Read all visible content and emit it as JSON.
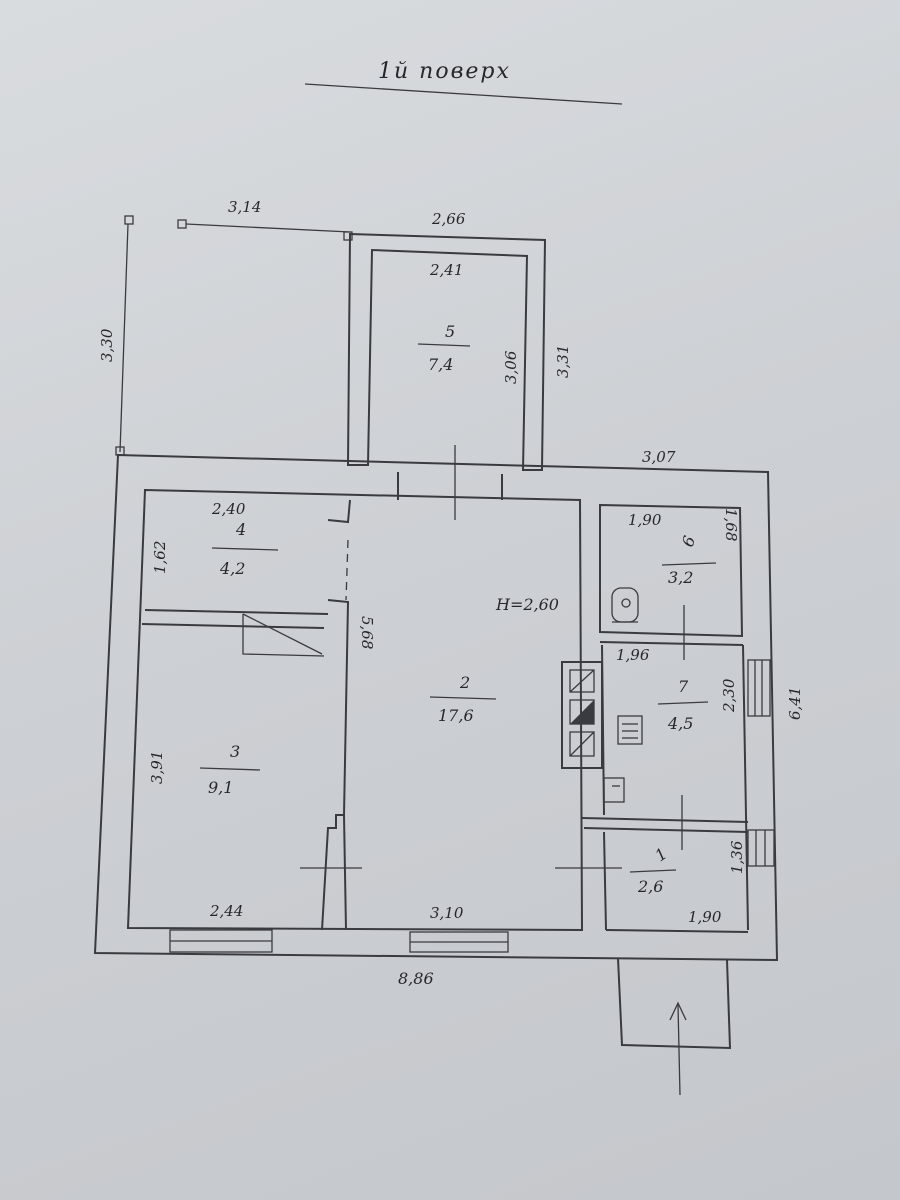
{
  "title": "1й поверх",
  "rooms": [
    {
      "number": "1",
      "area": "2,6"
    },
    {
      "number": "2",
      "area": "17,6"
    },
    {
      "number": "3",
      "area": "9,1"
    },
    {
      "number": "4",
      "area": "4,2"
    },
    {
      "number": "5",
      "area": "7,4"
    },
    {
      "number": "6",
      "area": "3,2"
    },
    {
      "number": "7",
      "area": "4,5"
    }
  ],
  "ceiling_height": "H=2,60",
  "dimensions": {
    "terrace_width": "3,14",
    "annex_outer_width": "2,66",
    "annex_inner_width": "2,41",
    "annex_inner_depth": "3,06",
    "annex_outer_depth": "3,31",
    "terrace_depth": "3,30",
    "right_top_width": "3,07",
    "room4_width": "2,40",
    "room4_depth": "1,62",
    "room6_width": "1,90",
    "room6_depth": "1,68",
    "room2_depth": "5,68",
    "room7_width": "1,96",
    "room7_depth": "2,30",
    "right_total_depth": "6,41",
    "room3_depth": "3,91",
    "room1_depth": "1,36",
    "room3_width": "2,44",
    "room2_width": "3,10",
    "room1_width": "1,90",
    "total_width": "8,86"
  }
}
